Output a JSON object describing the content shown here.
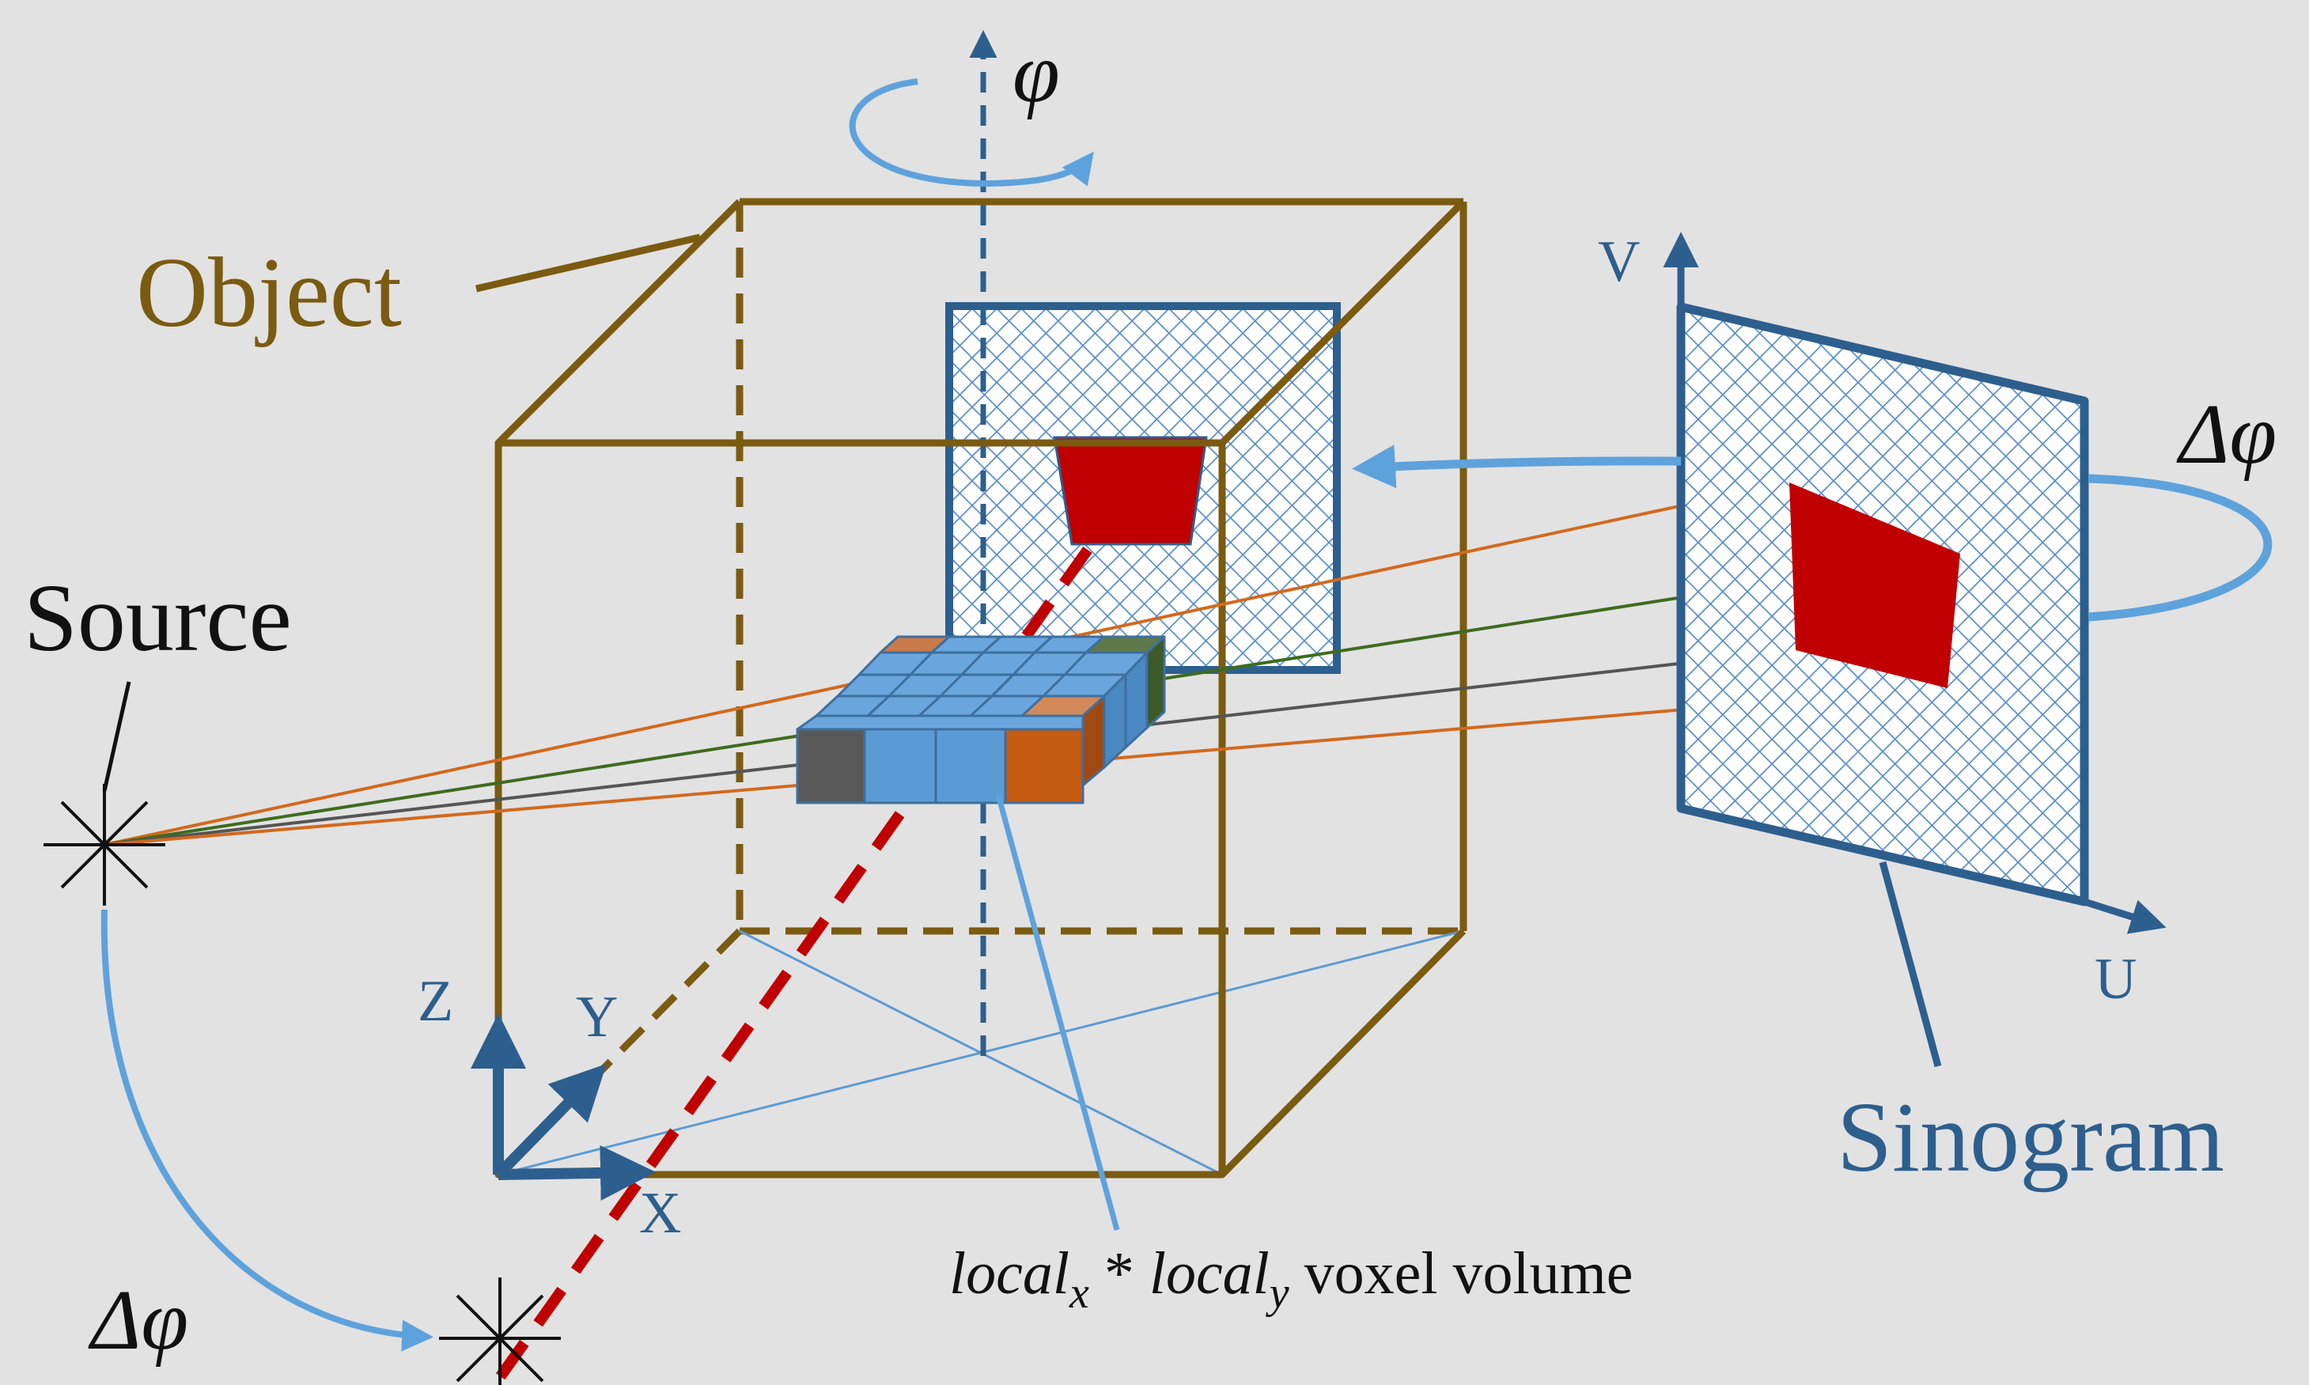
{
  "labels": {
    "object": "Object",
    "source": "Source",
    "sinogram": "Sinogram",
    "rotation_axis": "φ",
    "rotation_step_detector": "Δφ",
    "rotation_step_source": "Δφ",
    "axis_x": "X",
    "axis_y": "Y",
    "axis_z": "Z",
    "axis_u": "U",
    "axis_v": "V"
  },
  "voxel_caption": {
    "local_x": "local",
    "sub_x": "x",
    "times": " * ",
    "local_y": "local",
    "sub_y": "y",
    "rest": " voxel volume"
  },
  "colors": {
    "object_box": "#7a5b10",
    "axis_blue": "#2d5f8e",
    "rotation_arc": "#5ea2dc",
    "projection_red": "#c00000",
    "voxel_blue": "#5b9bd5",
    "voxel_orange": "#c55a11",
    "voxel_gray": "#595959",
    "voxel_green": "#4d6b3a",
    "ray_orange": "#d2691e",
    "ray_green": "#3e6b1f",
    "ray_gray": "#555555",
    "background": "#e2e2e2"
  }
}
